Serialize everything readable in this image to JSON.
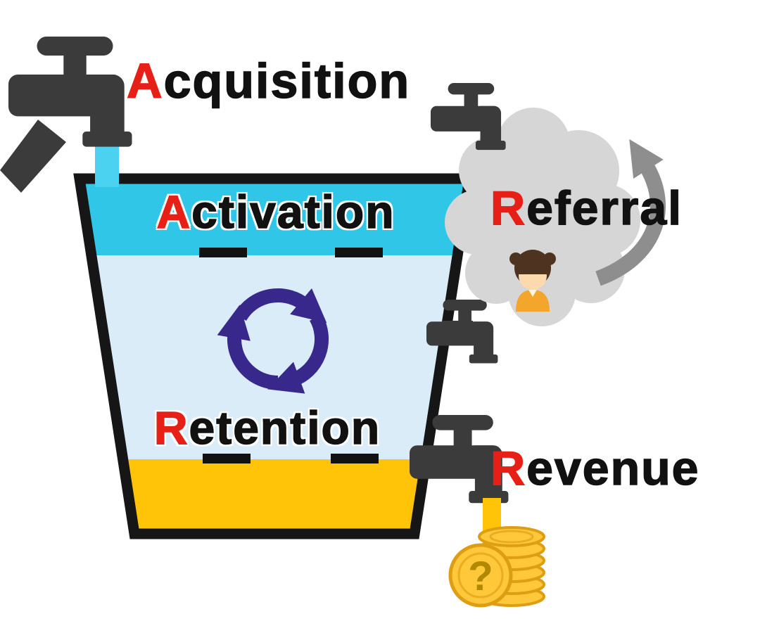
{
  "labels": {
    "acquisition": {
      "initial": "A",
      "rest": "cquisition"
    },
    "activation": {
      "initial": "A",
      "rest": "ctivation"
    },
    "retention": {
      "initial": "R",
      "rest": "etention"
    },
    "referral": {
      "initial": "R",
      "rest": "eferral"
    },
    "revenue": {
      "initial": "R",
      "rest": "evenue"
    }
  },
  "icons": {
    "question_mark": "?"
  },
  "colors": {
    "red": "#e62017",
    "black": "#111111",
    "cyan": "#2fc6e8",
    "stream": "#4ad2f0",
    "light_water": "#d9ecf7",
    "yellow": "#ffc407",
    "faucet_gray": "#3b3b3b",
    "cloud_gray": "#d6d6d6",
    "arrow_gray": "#8e8e8e",
    "indigo": "#38288c",
    "coin_gold": "#ffc83a",
    "coin_edge": "#de9e14",
    "coin_mark": "#b08900",
    "hair_brown": "#4d3320",
    "skin": "#fdd9ae",
    "shirt_orange": "#f3a52c"
  }
}
